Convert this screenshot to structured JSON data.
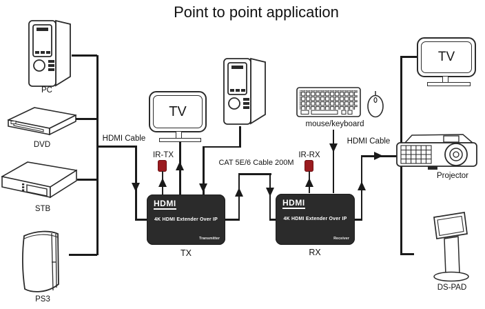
{
  "title": "Point to point application",
  "sources": [
    {
      "label": "PC"
    },
    {
      "label": "DVD"
    },
    {
      "label": "STB"
    },
    {
      "label": "PS3"
    }
  ],
  "cables": {
    "hdmi_left": "HDMI Cable",
    "cat": "CAT 5E/6 Cable 200M",
    "hdmi_right": "HDMI Cable"
  },
  "ir": {
    "tx": "IR-TX",
    "rx": "IR-RX"
  },
  "peripherals": {
    "mouse_keyboard": "mouse/keyboard"
  },
  "monitors": {
    "center_tv": "TV",
    "right_tv": "TV"
  },
  "tx": {
    "brand": "HDMI",
    "product": "4K HDMI Extender Over IP",
    "role": "Transmitter",
    "label": "TX"
  },
  "rx": {
    "brand": "HDMI",
    "product": "4K HDMI Extender Over IP",
    "role": "Receiver",
    "label": "RX"
  },
  "displays": {
    "projector": "Projector",
    "ds_pad": "DS-PAD"
  },
  "colors": {
    "line": "#1a1a1a",
    "extender_box": "#2b2b2b",
    "ir_connector": "#9a1b1f",
    "text_on_box": "#ffffff"
  }
}
